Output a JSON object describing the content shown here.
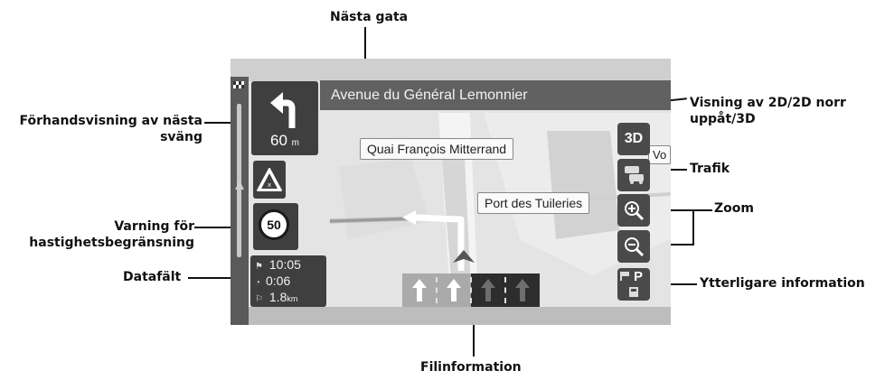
{
  "callouts": {
    "next_street": "Nästa gata",
    "turn_preview_line1": "Förhandsvisning av nästa",
    "turn_preview_line2": "sväng",
    "speed_warning_line1": "Varning för",
    "speed_warning_line2": "hastighetsbegränsning",
    "data_field": "Datafält",
    "view_mode_line1": "Visning av 2D/2D norr",
    "view_mode_line2": "uppåt/3D",
    "traffic": "Trafik",
    "zoom": "Zoom",
    "more_info": "Ytterligare information",
    "lane_info": "Filinformation"
  },
  "nav": {
    "street_name": "Avenue du Général Lemonnier",
    "turn_distance": "60",
    "turn_distance_unit": "m",
    "speed_limit": "50",
    "label_mitterrand": "Quai François Mitterrand",
    "label_tuileries": "Port des Tuileries",
    "view_button": "3D",
    "parking_letter": "P",
    "map_fragment": "Vo",
    "data": {
      "arrival_time": "10:05",
      "remaining_time": "0:06",
      "remaining_distance": "1.8",
      "distance_unit": "km"
    }
  },
  "lanes": [
    {
      "direction": "straight",
      "active": true
    },
    {
      "direction": "straight",
      "active": true
    },
    {
      "direction": "straight",
      "active": false
    },
    {
      "direction": "straight",
      "active": false
    }
  ],
  "colors": {
    "route": "#ffffff",
    "panel": "#3f3f3f",
    "street_bar": "#616161",
    "map": "#e6e6e6"
  }
}
